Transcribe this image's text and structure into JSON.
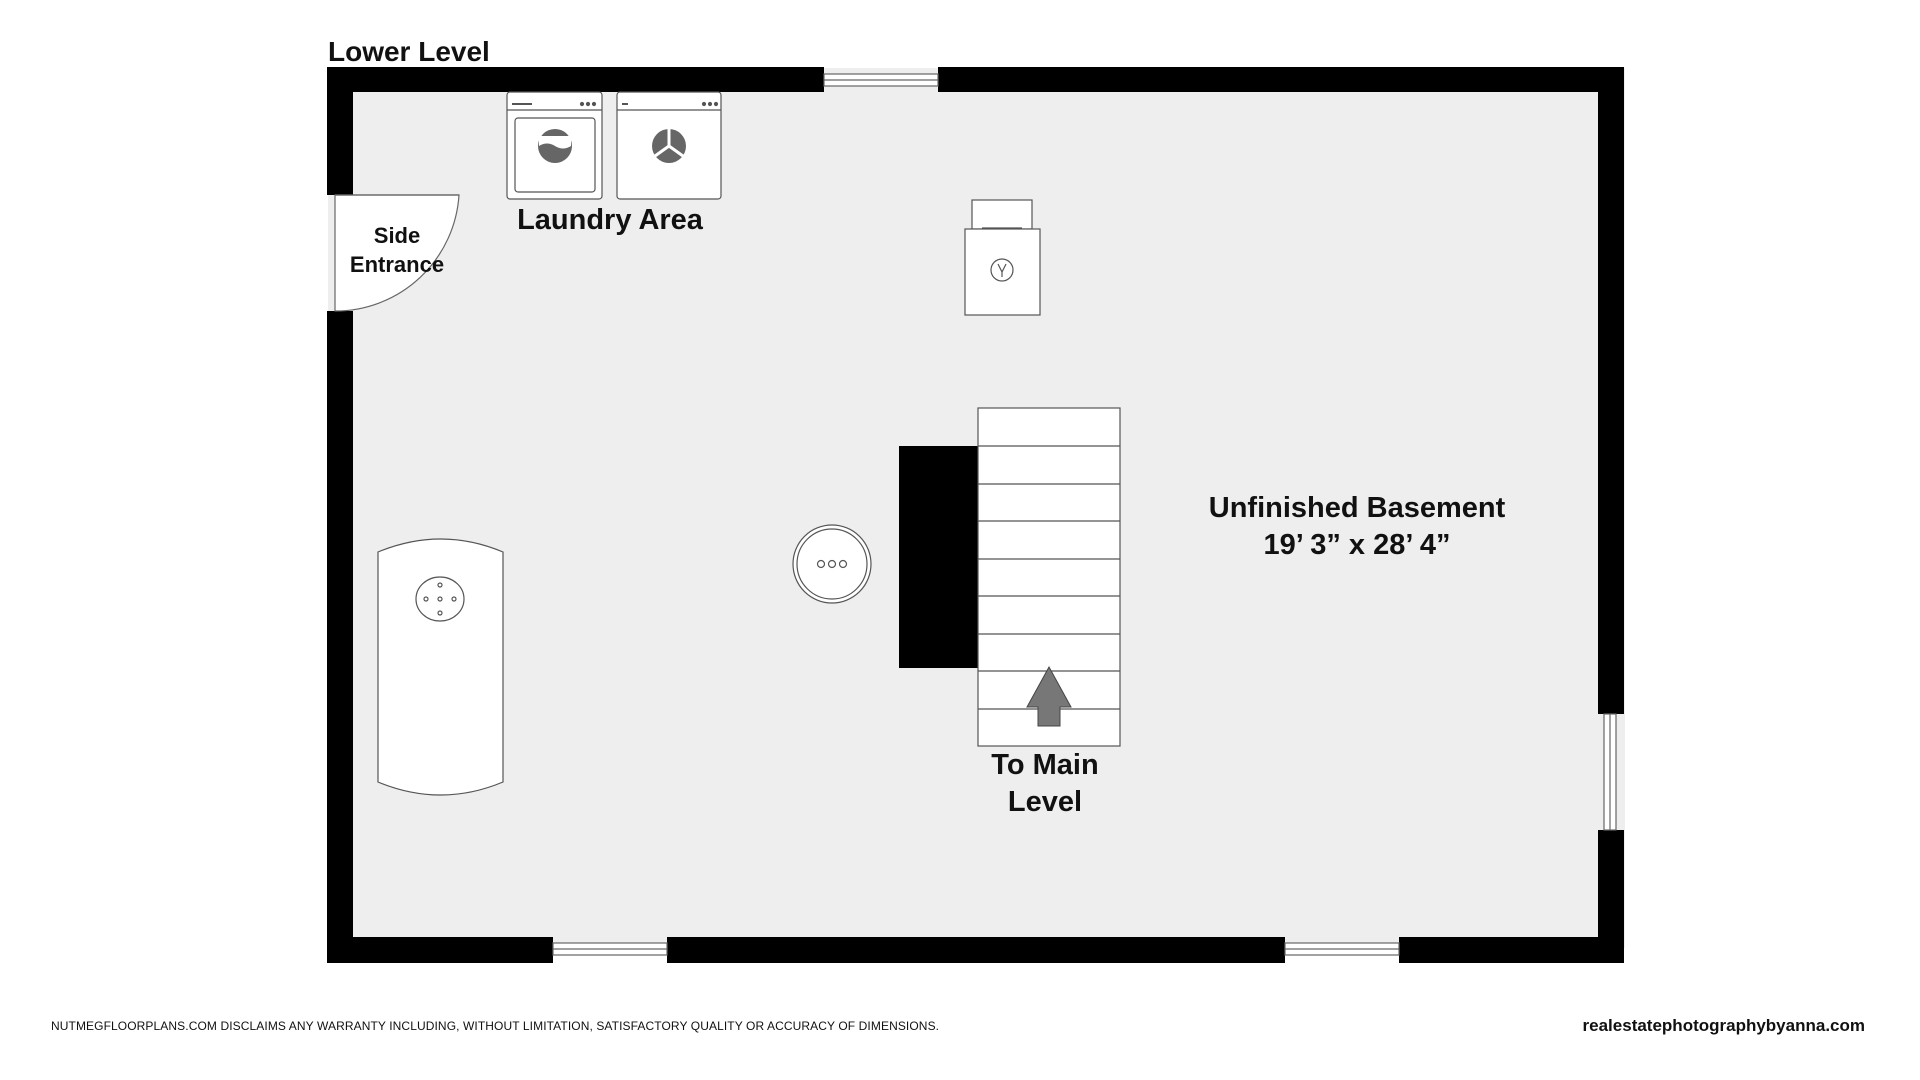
{
  "title": "Lower Level",
  "rooms": {
    "basement_name": "Unfinished Basement",
    "basement_dims": "19’ 3” x 28’ 4”",
    "laundry": "Laundry Area",
    "side_entrance_line1": "Side",
    "side_entrance_line2": "Entrance",
    "stairs_line1": "To Main",
    "stairs_line2": "Level"
  },
  "footer": {
    "disclaimer": "NUTMEGFLOORPLANS.COM DISCLAIMS ANY WARRANTY INCLUDING, WITHOUT LIMITATION, SATISFACTORY QUALITY OR ACCURACY OF DIMENSIONS.",
    "website": "realestatephotographybyanna.com"
  },
  "colors": {
    "wall": "#000000",
    "floor": "#eeeeee",
    "fixture_stroke": "#555555",
    "arrow": "#777777"
  },
  "icons": {
    "washer": "washer-icon",
    "dryer": "dryer-icon",
    "water_heater": "water-heater-icon",
    "stair_arrow": "up-arrow-icon"
  }
}
